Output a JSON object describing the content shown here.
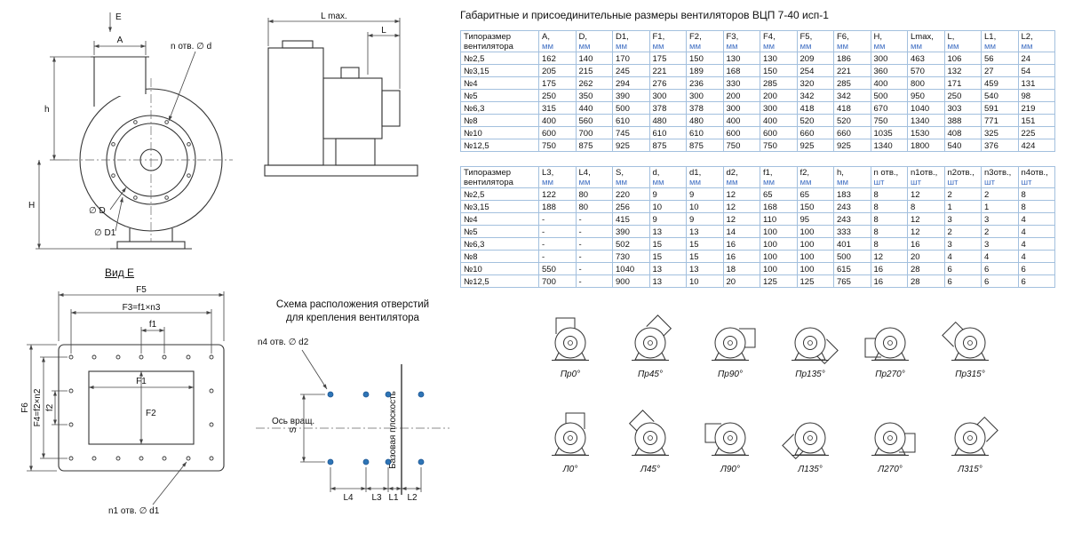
{
  "title": "Габаритные и присоединительные размеры вентиляторов ВЦП 7-40 исп-1",
  "drawings": {
    "front": {
      "e": "E",
      "a": "A",
      "n_otv": "n отв. ∅ d",
      "h": "h",
      "H": "H",
      "d": "∅ D",
      "d1": "∅ D1"
    },
    "side": {
      "lmax": "L max.",
      "l": "L"
    },
    "vid_e": {
      "title": "Вид Е",
      "f5": "F5",
      "f3": "F3=f1×n3",
      "f1s": "f1",
      "f1": "F1",
      "f2": "F2",
      "f6": "F6",
      "f4": "F4=f2×n2",
      "f2s": "f2",
      "n1": "n1 отв. ∅ d1"
    },
    "scheme": {
      "title1": "Схема расположения отверстий",
      "title2": "для крепления вентилятора",
      "n4": "n4 отв. ∅ d2",
      "axis": "Ось вращ.",
      "base": "Базовая плоскость",
      "s": "S",
      "l4": "L4",
      "l3": "L3",
      "l1": "L1",
      "l2": "L2"
    }
  },
  "tables": {
    "t1": {
      "corner": "Типоразмер вентилятора",
      "columns": [
        {
          "n": "A,",
          "u": "мм"
        },
        {
          "n": "D,",
          "u": "мм"
        },
        {
          "n": "D1,",
          "u": "мм"
        },
        {
          "n": "F1,",
          "u": "мм"
        },
        {
          "n": "F2,",
          "u": "мм"
        },
        {
          "n": "F3,",
          "u": "мм"
        },
        {
          "n": "F4,",
          "u": "мм"
        },
        {
          "n": "F5,",
          "u": "мм"
        },
        {
          "n": "F6,",
          "u": "мм"
        },
        {
          "n": "H,",
          "u": "мм"
        },
        {
          "n": "Lmax,",
          "u": "мм"
        },
        {
          "n": "L,",
          "u": "мм"
        },
        {
          "n": "L1,",
          "u": "мм"
        },
        {
          "n": "L2,",
          "u": "мм"
        }
      ],
      "rows": [
        {
          "size": "№2,5",
          "v": [
            "162",
            "140",
            "170",
            "175",
            "150",
            "130",
            "130",
            "209",
            "186",
            "300",
            "463",
            "106",
            "56",
            "24"
          ]
        },
        {
          "size": "№3,15",
          "v": [
            "205",
            "215",
            "245",
            "221",
            "189",
            "168",
            "150",
            "254",
            "221",
            "360",
            "570",
            "132",
            "27",
            "54"
          ]
        },
        {
          "size": "№4",
          "v": [
            "175",
            "262",
            "294",
            "276",
            "236",
            "330",
            "285",
            "320",
            "285",
            "400",
            "800",
            "171",
            "459",
            "131"
          ]
        },
        {
          "size": "№5",
          "v": [
            "250",
            "350",
            "390",
            "300",
            "300",
            "200",
            "200",
            "342",
            "342",
            "500",
            "950",
            "250",
            "540",
            "98"
          ]
        },
        {
          "size": "№6,3",
          "v": [
            "315",
            "440",
            "500",
            "378",
            "378",
            "300",
            "300",
            "418",
            "418",
            "670",
            "1040",
            "303",
            "591",
            "219"
          ]
        },
        {
          "size": "№8",
          "v": [
            "400",
            "560",
            "610",
            "480",
            "480",
            "400",
            "400",
            "520",
            "520",
            "750",
            "1340",
            "388",
            "771",
            "151"
          ]
        },
        {
          "size": "№10",
          "v": [
            "600",
            "700",
            "745",
            "610",
            "610",
            "600",
            "600",
            "660",
            "660",
            "1035",
            "1530",
            "408",
            "325",
            "225"
          ]
        },
        {
          "size": "№12,5",
          "v": [
            "750",
            "875",
            "925",
            "875",
            "875",
            "750",
            "750",
            "925",
            "925",
            "1340",
            "1800",
            "540",
            "376",
            "424"
          ]
        }
      ]
    },
    "t2": {
      "corner": "Типоразмер вентилятора",
      "columns": [
        {
          "n": "L3,",
          "u": "мм"
        },
        {
          "n": "L4,",
          "u": "мм"
        },
        {
          "n": "S,",
          "u": "мм"
        },
        {
          "n": "d,",
          "u": "мм"
        },
        {
          "n": "d1,",
          "u": "мм"
        },
        {
          "n": "d2,",
          "u": "мм"
        },
        {
          "n": "f1,",
          "u": "мм"
        },
        {
          "n": "f2,",
          "u": "мм"
        },
        {
          "n": "h,",
          "u": "мм"
        },
        {
          "n": "n отв.,",
          "u": "шт"
        },
        {
          "n": "n1отв.,",
          "u": "шт"
        },
        {
          "n": "n2отв.,",
          "u": "шт"
        },
        {
          "n": "n3отв.,",
          "u": "шт"
        },
        {
          "n": "n4отв.,",
          "u": "шт"
        }
      ],
      "rows": [
        {
          "size": "№2,5",
          "v": [
            "122",
            "80",
            "220",
            "9",
            "9",
            "12",
            "65",
            "65",
            "183",
            "8",
            "12",
            "2",
            "2",
            "8"
          ]
        },
        {
          "size": "№3,15",
          "v": [
            "188",
            "80",
            "256",
            "10",
            "10",
            "12",
            "168",
            "150",
            "243",
            "8",
            "8",
            "1",
            "1",
            "8"
          ]
        },
        {
          "size": "№4",
          "v": [
            "-",
            "-",
            "415",
            "9",
            "9",
            "12",
            "110",
            "95",
            "243",
            "8",
            "12",
            "3",
            "3",
            "4"
          ]
        },
        {
          "size": "№5",
          "v": [
            "-",
            "-",
            "390",
            "13",
            "13",
            "14",
            "100",
            "100",
            "333",
            "8",
            "12",
            "2",
            "2",
            "4"
          ]
        },
        {
          "size": "№6,3",
          "v": [
            "-",
            "-",
            "502",
            "15",
            "15",
            "16",
            "100",
            "100",
            "401",
            "8",
            "16",
            "3",
            "3",
            "4"
          ]
        },
        {
          "size": "№8",
          "v": [
            "-",
            "-",
            "730",
            "15",
            "15",
            "16",
            "100",
            "100",
            "500",
            "12",
            "20",
            "4",
            "4",
            "4"
          ]
        },
        {
          "size": "№10",
          "v": [
            "550",
            "-",
            "1040",
            "13",
            "13",
            "18",
            "100",
            "100",
            "615",
            "16",
            "28",
            "6",
            "6",
            "6"
          ]
        },
        {
          "size": "№12,5",
          "v": [
            "700",
            "-",
            "900",
            "13",
            "10",
            "20",
            "125",
            "125",
            "765",
            "16",
            "28",
            "6",
            "6",
            "6"
          ]
        }
      ]
    }
  },
  "orientations": {
    "row1": [
      {
        "label": "Пр0°",
        "angle": 0,
        "mirror": false
      },
      {
        "label": "Пр45°",
        "angle": 45,
        "mirror": false
      },
      {
        "label": "Пр90°",
        "angle": 90,
        "mirror": false
      },
      {
        "label": "Пр135°",
        "angle": 135,
        "mirror": false
      },
      {
        "label": "Пр270°",
        "angle": 270,
        "mirror": false
      },
      {
        "label": "Пр315°",
        "angle": 315,
        "mirror": false
      }
    ],
    "row2": [
      {
        "label": "Л0°",
        "angle": 0,
        "mirror": true
      },
      {
        "label": "Л45°",
        "angle": 45,
        "mirror": true
      },
      {
        "label": "Л90°",
        "angle": 90,
        "mirror": true
      },
      {
        "label": "Л135°",
        "angle": 135,
        "mirror": true
      },
      {
        "label": "Л270°",
        "angle": 270,
        "mirror": true
      },
      {
        "label": "Л315°",
        "angle": 315,
        "mirror": true
      }
    ]
  }
}
